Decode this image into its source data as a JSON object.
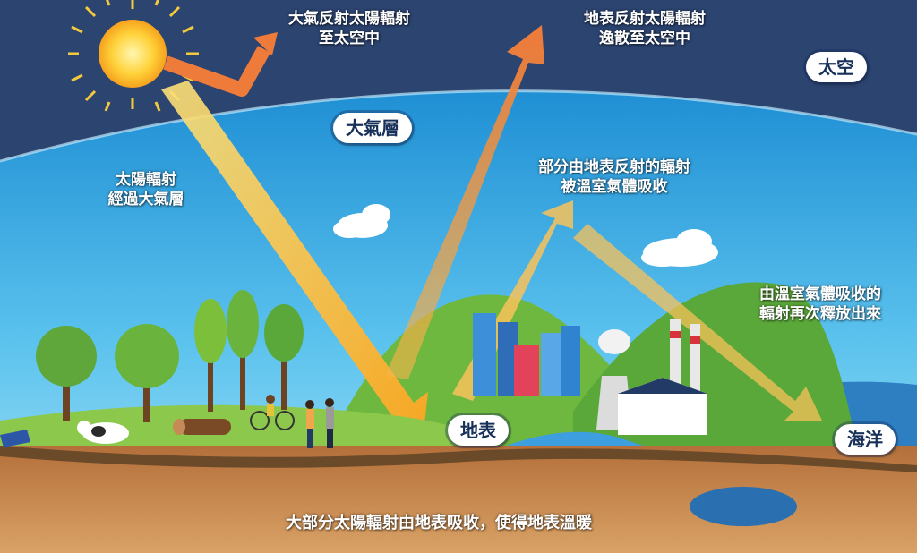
{
  "labels": {
    "space": "太空",
    "atmosphere": "大氣層",
    "earth_surface": "地表",
    "ocean": "海洋"
  },
  "annotations": {
    "atmo_reflect_line1": "大氣反射太陽輻射",
    "atmo_reflect_line2": "至太空中",
    "surface_reflect_line1": "地表反射太陽輻射",
    "surface_reflect_line2": "逸散至太空中",
    "solar_in_line1": "太陽輻射",
    "solar_in_line2": "經過大氣層",
    "ghg_absorb_line1": "部分由地表反射的輻射",
    "ghg_absorb_line2": "被溫室氣體吸收",
    "reemit_line1": "由溫室氣體吸收的",
    "reemit_line2": "輻射再次釋放出來",
    "bottom_caption": "大部分太陽輻射由地表吸收，使得地表溫暖"
  },
  "colors": {
    "space": "#2c4470",
    "sky": "#2aa6e0",
    "arrow_orange": "#f08a3c",
    "arrow_yellow": "#f7b733",
    "grass": "#7cc242",
    "soil": "#c98a4e"
  }
}
